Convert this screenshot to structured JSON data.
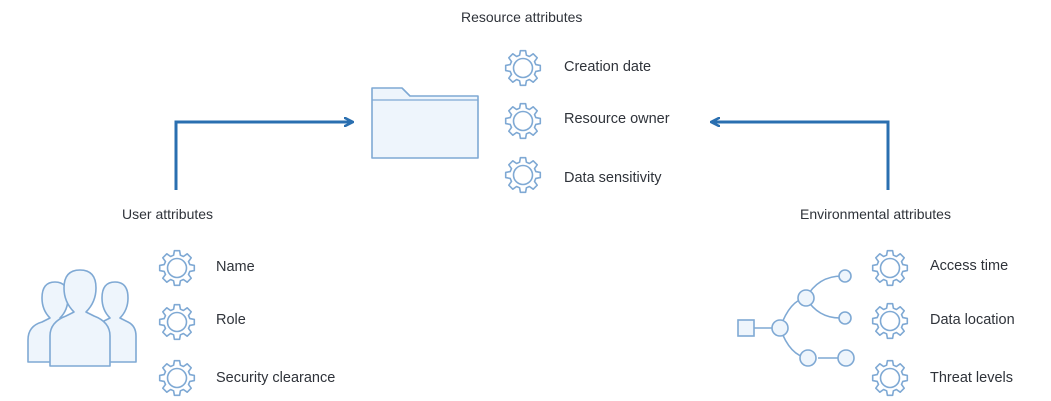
{
  "resource": {
    "title": "Resource attributes",
    "items": [
      "Creation date",
      "Resource owner",
      "Data sensitivity"
    ]
  },
  "user": {
    "title": "User attributes",
    "items": [
      "Name",
      "Role",
      "Security clearance"
    ]
  },
  "environment": {
    "title": "Environmental attributes",
    "items": [
      "Access time",
      "Data location",
      "Threat levels"
    ]
  },
  "icons": {
    "resource": "folder-icon",
    "user": "users-group-icon",
    "environment": "network-tree-icon",
    "attribute": "gear-icon"
  },
  "colors": {
    "arrow": "#2a6fb0",
    "icon_stroke": "#7fa9d4",
    "icon_fill": "#eef5fc",
    "text": "#2f333a"
  }
}
